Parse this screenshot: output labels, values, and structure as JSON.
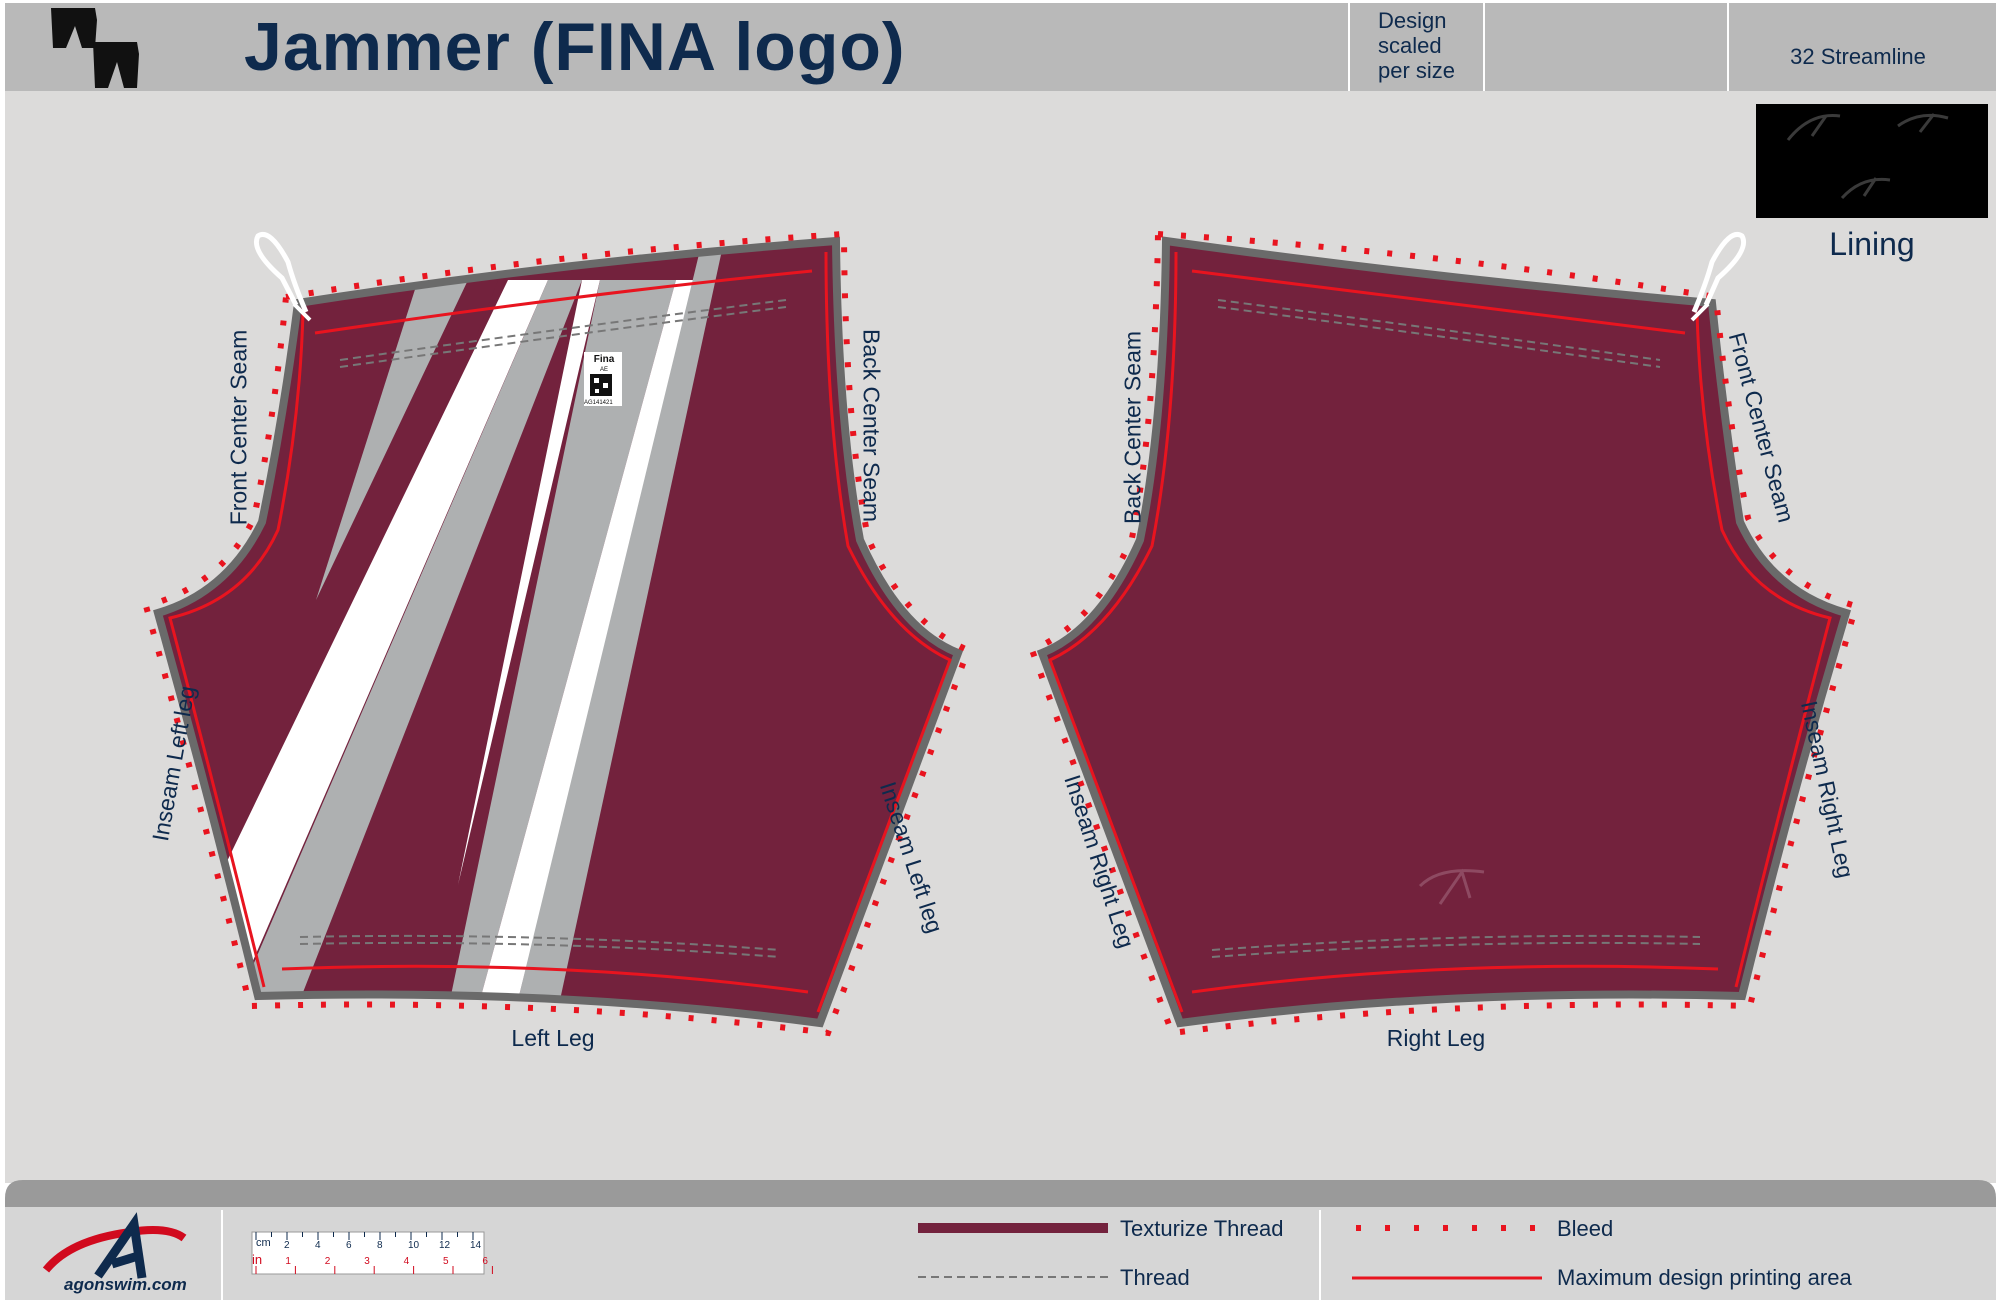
{
  "header": {
    "title": "Jammer (FINA logo)",
    "scaled_note": "Design scaled per size",
    "style_name": "32 Streamline"
  },
  "lining": {
    "label": "Lining",
    "color": "#000000"
  },
  "panels": {
    "left": {
      "label": "Left Leg",
      "seams": {
        "front_center": "Front Center Seam",
        "back_center": "Back Center Seam",
        "inseam_outer": "Inseam Left leg",
        "inseam_inner": "Inseam Left leg"
      },
      "fina_logo": {
        "text": "Fina",
        "sub": "AE",
        "code": "AG141421"
      }
    },
    "right": {
      "label": "Right Leg",
      "seams": {
        "back_center": "Back Center Seam",
        "front_center": "Front Center Seam",
        "inseam_inner": "Inseam Right Leg",
        "inseam_outer": "Inseam Right Leg"
      }
    }
  },
  "colors": {
    "maroon": "#73223d",
    "grey_stripe": "#aeb0b1",
    "white_stripe": "#ffffff",
    "bleed": "#e8141f",
    "print_area": "#e8141f",
    "background": "#dcdbda",
    "header_bg": "#b9b9b9",
    "navy": "#0e2a4d"
  },
  "legend": {
    "texturize_thread": "Texturize Thread",
    "thread": "Thread",
    "bleed": "Bleed",
    "max_print_area": "Maximum design printing area"
  },
  "footer": {
    "brand": "agonswim.com",
    "ruler": {
      "cm_label": "cm",
      "cm_ticks": [
        "2",
        "4",
        "6",
        "8",
        "10",
        "12",
        "14"
      ],
      "in_label": "in",
      "in_ticks": [
        "1",
        "2",
        "3",
        "4",
        "5",
        "6"
      ]
    }
  },
  "icons": [
    "jammer-shorts-icon",
    "agon-logo-icon",
    "ruler-icon"
  ]
}
